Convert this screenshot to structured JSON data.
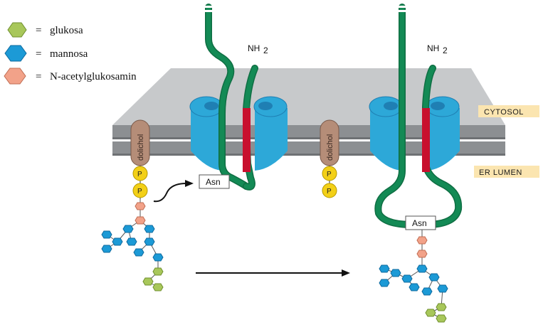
{
  "legend": {
    "items": [
      {
        "symbol": "=",
        "label": "glukosa",
        "color": "#a8c75a"
      },
      {
        "symbol": "=",
        "label": "mannosa",
        "color": "#1c9ad6"
      },
      {
        "symbol": "=",
        "label": "N-acetylglukosamin",
        "color": "#f2a289"
      }
    ]
  },
  "labels": {
    "cytosol": "CYTOSOL",
    "er_lumen": "ER LUMEN",
    "nh2": "NH",
    "nh2_sub": "2",
    "asn": "Asn",
    "dolichol": "dolichol",
    "phosphate": "P"
  },
  "colors": {
    "protein": "#138a55",
    "membrane_top": "#c7c9cb",
    "membrane_side": "#8c8f92",
    "translocon": "#2da8d8",
    "translocon_dark": "#1f7fb3",
    "signal_segment": "#c8102e",
    "dolichol": "#b58d78",
    "phosphate": "#f3d017",
    "label_bg": "#fbe5b0"
  },
  "icons": {
    "arrow_short": "curved-arrow-icon",
    "arrow_long": "right-arrow-icon"
  }
}
